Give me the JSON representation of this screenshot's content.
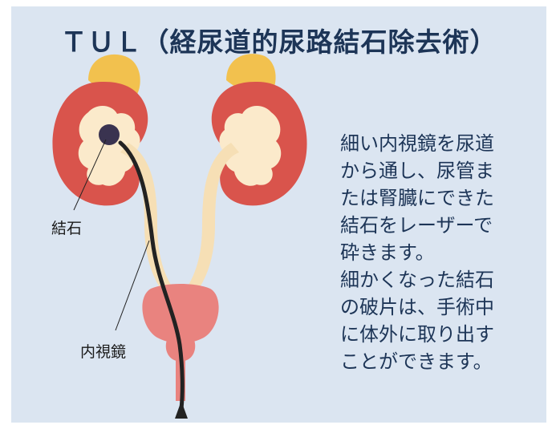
{
  "title": "ＴＵＬ（経尿道的尿路結石除去術）",
  "labels": {
    "stone": "結石",
    "endoscope": "内視鏡"
  },
  "description": [
    "細い内視鏡を尿道",
    "から通し、尿管ま",
    "たは腎臓にできた",
    "結石をレーザーで",
    "砕きます。",
    "細かくなった結石",
    "の破片は、手術中",
    "に体外に取り出す",
    "ことができます。"
  ],
  "colors": {
    "background": "#dbe5f1",
    "title": "#1d3557",
    "kidney": "#d9544c",
    "adrenal": "#f2c14e",
    "ureter": "#f6dfb5",
    "bladder": "#e9837f",
    "endoscope": "#222222"
  }
}
